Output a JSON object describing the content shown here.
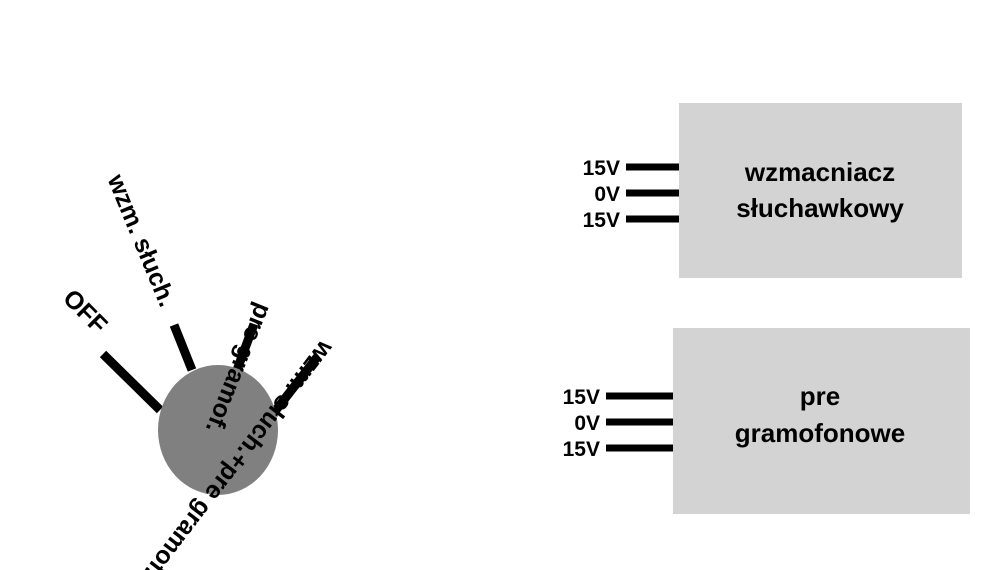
{
  "selector": {
    "knob_color": "#808080",
    "positions": [
      {
        "label": "OFF"
      },
      {
        "label": "wzm. słuch."
      },
      {
        "label": "pre gramof."
      },
      {
        "label": "wzm. słuch.+pre gramof."
      }
    ]
  },
  "modules": [
    {
      "title_line1": "wzmacniacz",
      "title_line2": "słuchawkowy",
      "fill": "#d3d3d3",
      "pins": [
        "15V",
        "0V",
        "15V"
      ]
    },
    {
      "title_line1": "pre",
      "title_line2": "gramofonowe",
      "fill": "#d3d3d3",
      "pins": [
        "15V",
        "0V",
        "15V"
      ]
    }
  ]
}
